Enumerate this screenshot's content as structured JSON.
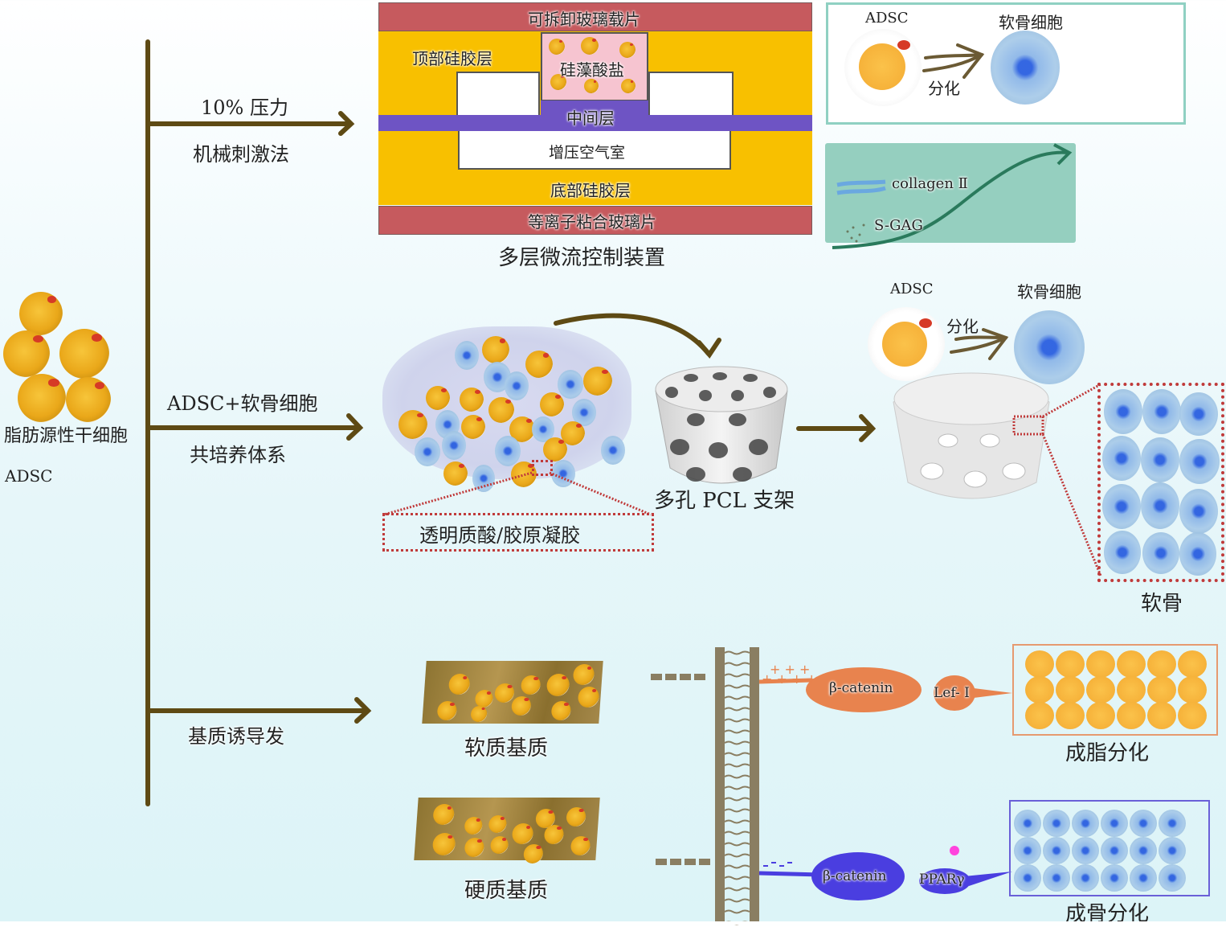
{
  "source": {
    "title": "脂肪源性干细胞",
    "abbr": "ADSC"
  },
  "branches": [
    {
      "line1": "10% 压力",
      "line2": "机械刺激法"
    },
    {
      "line1": "ADSC+软骨细胞",
      "line2": "共培养体系"
    },
    {
      "line1": "基质诱导发",
      "line2": ""
    }
  ],
  "microfluidic": {
    "caption": "多层微流控制装置",
    "layers": {
      "top_glass": "可拆卸玻璃载片",
      "top_silicone": "顶部硅胶层",
      "alginate": "硅藻酸盐",
      "middle": "中间层",
      "air_chamber": "增压空气室",
      "bottom_silicone": "底部硅胶层",
      "bottom_glass": "等离子粘合玻璃片"
    },
    "colors": {
      "glass": "#c65a5e",
      "silicone": "#f8c000",
      "middle": "#6e54c4",
      "alginate": "#f6c4d0"
    }
  },
  "diff_box_top": {
    "from": "ADSC",
    "to": "软骨细胞",
    "arrow_label": "分化"
  },
  "markers_box": {
    "marker1": "collagen Ⅱ",
    "marker2": "S-GAG",
    "trend": "increasing"
  },
  "coculture": {
    "gel_label": "透明质酸/胶原凝胶",
    "scaffold_label": "多孔 PCL 支架",
    "diff_from": "ADSC",
    "diff_to": "软骨细胞",
    "diff_arrow": "分化",
    "result": "软骨"
  },
  "matrix": {
    "soft": "软质基质",
    "hard": "硬质基质",
    "adipo_path": {
      "protein": "β-catenin",
      "factor": "Lef- Ⅰ",
      "result": "成脂分化",
      "color": "#e8834e"
    },
    "osteo_path": {
      "protein": "β-catenin",
      "factor": "PPARγ",
      "result": "成骨分化",
      "color": "#4a3ee0"
    }
  },
  "colors": {
    "arrow": "#5e4a14",
    "teal": "#8fd0c2",
    "dotted": "#c03a3a"
  }
}
